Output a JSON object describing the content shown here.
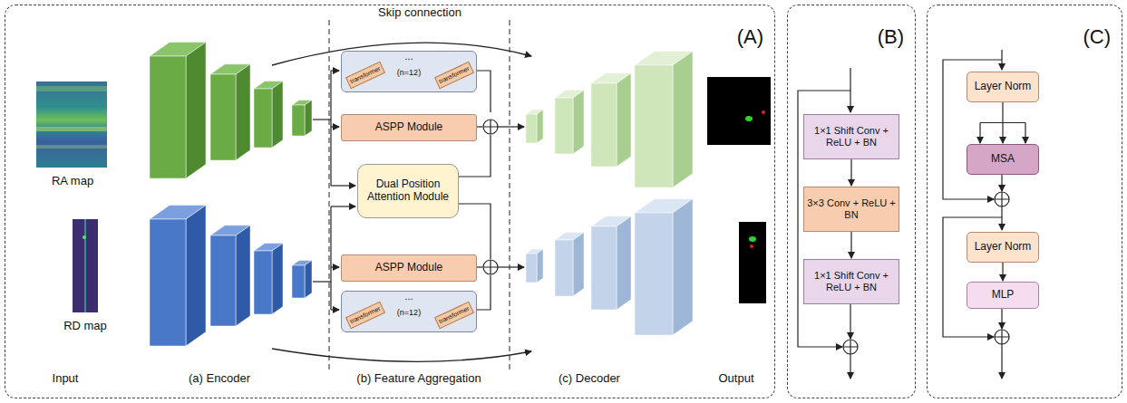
{
  "diagram": {
    "nodes": [
      {
        "text": [
          "(A)"
        ]
      },
      {
        "text": [
          "...",
          "(n=12)"
        ],
        "in": 0
      },
      {
        "text": [
          "transformer"
        ],
        "in": 1
      },
      {
        "text": [
          "transformer"
        ],
        "in": 1
      },
      {
        "text": [
          "ASPP Module"
        ],
        "in": 0
      },
      {
        "text": [
          "Dual Position Attention Module"
        ],
        "in": 0
      },
      {
        "text": [
          "ASPP Module"
        ],
        "in": 0
      },
      {
        "text": [
          "...",
          "(n=12)"
        ],
        "in": 0
      },
      {
        "text": [
          "transformer"
        ],
        "in": 7
      },
      {
        "text": [
          "transformer"
        ],
        "in": 7
      },
      {
        "text": [
          "(B)"
        ]
      },
      {
        "text": [
          "1×1 Shift Conv + ReLU + BN"
        ],
        "in": 10
      },
      {
        "text": [
          "3×3 Conv + ReLU + BN"
        ],
        "in": 10
      },
      {
        "text": [
          "1×1 Shift Conv + ReLU + BN"
        ],
        "in": 10
      },
      {
        "text": [
          "(C)"
        ]
      },
      {
        "text": [
          "Layer Norm"
        ],
        "in": 14
      },
      {
        "text": [
          "MSA"
        ],
        "in": 14
      },
      {
        "text": [
          "Layer Norm"
        ],
        "in": 14
      },
      {
        "text": [
          "MLP"
        ],
        "in": 14
      }
    ],
    "edges": [
      {
        "from": 11,
        "to": 12,
        "arrow": "to"
      },
      {
        "from": 12,
        "to": 13,
        "arrow": "to"
      },
      {
        "from": 15,
        "to": 16,
        "arrow": "to"
      },
      {
        "from": 17,
        "to": 18,
        "arrow": "to"
      }
    ],
    "labels": [
      "Skip connection",
      "RA map",
      "RD map",
      "Input",
      "(a) Encoder",
      "(b) Feature Aggregation",
      "(c) Decoder",
      "Output"
    ]
  }
}
